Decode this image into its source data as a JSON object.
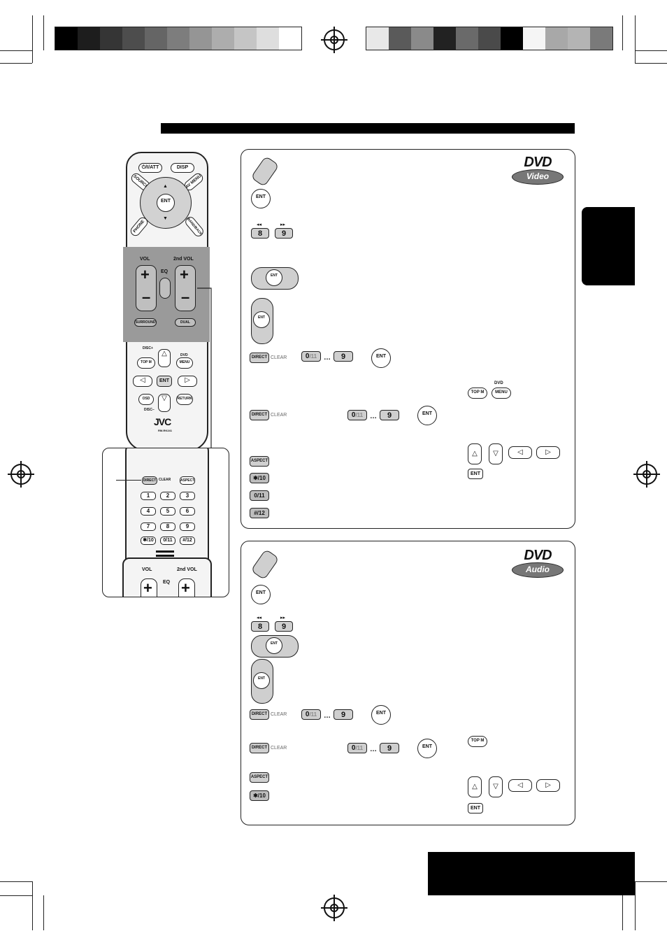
{
  "colors": {
    "black": "#000000",
    "gray": "#9a9a9a",
    "light_gray": "#cfcfcf"
  },
  "remote": {
    "top_buttons": [
      "⏻/I/ATT",
      "DISP",
      "SOURCE",
      "AV MENU",
      "PHONE",
      "BAND/BACK"
    ],
    "ent": "ENT",
    "vol": "VOL",
    "vol2": "2nd VOL",
    "eq": "EQ",
    "surround": "SURROUND",
    "dual": "DUAL",
    "disc_plus": "DISC+",
    "disc_minus": "DISC–",
    "top_m": "TOP M",
    "dvd": "DVD",
    "menu": "MENU",
    "osd": "OSD",
    "return": "RETURN",
    "brand": "JVC",
    "model": "RM-RK241"
  },
  "inset": {
    "direct": "DIRECT",
    "clear": "CLEAR",
    "aspect": "ASPECT",
    "keys": [
      "1",
      "2",
      "3",
      "4",
      "5",
      "6",
      "7",
      "8",
      "9",
      "✱/10",
      "0/11",
      "#/12"
    ],
    "vol": "VOL",
    "vol2": "2nd VOL",
    "eq": "EQ"
  },
  "panel_video": {
    "logo_top": "DVD",
    "logo_bottom": "Video",
    "ent": "ENT",
    "key8": "8",
    "key9": "9",
    "direct": "DIRECT",
    "clear": "CLEAR",
    "key0": "0",
    "key0_suffix": "/11",
    "dots": "…",
    "aspect": "ASPECT",
    "k10": "✱/10",
    "k11": "0/11",
    "k12": "#/12",
    "top_m": "TOP M",
    "dvd": "DVD",
    "menu": "MENU"
  },
  "panel_audio": {
    "logo_top": "DVD",
    "logo_bottom": "Audio",
    "ent": "ENT",
    "key8": "8",
    "key9": "9",
    "direct": "DIRECT",
    "clear": "CLEAR",
    "key0": "0",
    "key0_suffix": "/11",
    "dots": "…",
    "aspect": "ASPECT",
    "k10": "✱/10",
    "top_m": "TOP M"
  }
}
